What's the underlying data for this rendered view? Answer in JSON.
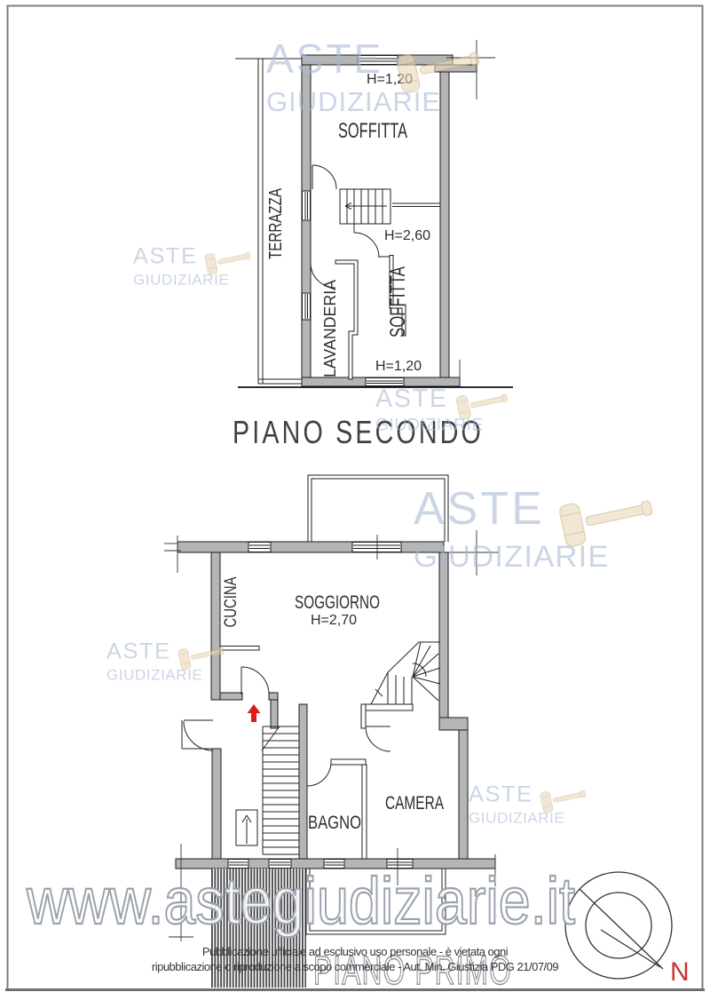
{
  "watermark": {
    "brand_top": "ASTE",
    "brand_bottom": "GIUDIZIARIE",
    "url": "www.astegiudiziarie.it",
    "color": "#a8bad4",
    "gavel_fill": "#e9d7b8"
  },
  "plans": {
    "secondo": {
      "title": "PIANO SECONDO",
      "rooms": {
        "soffitta_top": "SOFFITTA",
        "soffitta_low": "SOFFITTA",
        "terrazza": "TERRAZZA",
        "lavanderia": "LAVANDERIA"
      },
      "heights": {
        "top": "H=1,20",
        "mid": "H=2,60",
        "bottom": "H=1,20"
      }
    },
    "primo": {
      "title": "PIANO PRIMO",
      "rooms": {
        "cucina": "CUCINA",
        "soggiorno": "SOGGIORNO",
        "bagno": "BAGNO",
        "camera": "CAMERA"
      },
      "heights": {
        "soggiorno": "H=2,70"
      }
    }
  },
  "compass": {
    "north_label": "N",
    "north_color": "#cb3434"
  },
  "disclaimer": {
    "line1": "Pubblicazione ufficiale ad esclusivo uso personale - è vietata ogni",
    "line2": "ripubblicazione o riproduzione a scopo commerciale - Aut. Min. Giustizia PDG 21/07/09"
  }
}
